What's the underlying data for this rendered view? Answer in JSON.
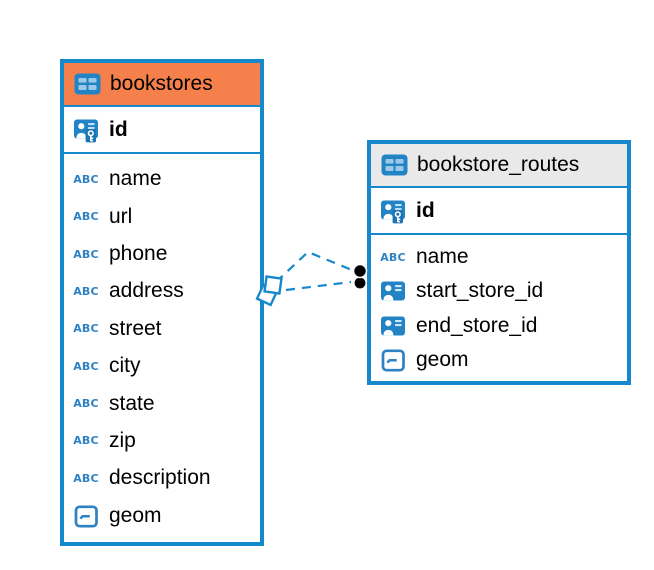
{
  "tables": [
    {
      "title": "bookstores",
      "header_bg": "#F6804B",
      "icon": "table-icon",
      "primary_key": {
        "label": "id",
        "icon": "primary-key-icon"
      },
      "columns": [
        {
          "label": "name",
          "icon": "text-column-icon"
        },
        {
          "label": "url",
          "icon": "text-column-icon"
        },
        {
          "label": "phone",
          "icon": "text-column-icon"
        },
        {
          "label": "address",
          "icon": "text-column-icon"
        },
        {
          "label": "street",
          "icon": "text-column-icon"
        },
        {
          "label": "city",
          "icon": "text-column-icon"
        },
        {
          "label": "state",
          "icon": "text-column-icon"
        },
        {
          "label": "zip",
          "icon": "text-column-icon"
        },
        {
          "label": "description",
          "icon": "text-column-icon"
        },
        {
          "label": "geom",
          "icon": "geometry-column-icon"
        }
      ]
    },
    {
      "title": "bookstore_routes",
      "header_bg": "#E9E9E9",
      "icon": "table-icon",
      "primary_key": {
        "label": "id",
        "icon": "primary-key-icon"
      },
      "columns": [
        {
          "label": "name",
          "icon": "text-column-icon"
        },
        {
          "label": "start_store_id",
          "icon": "reference-column-icon"
        },
        {
          "label": "end_store_id",
          "icon": "reference-column-icon"
        },
        {
          "label": "geom",
          "icon": "geometry-column-icon"
        }
      ]
    }
  ],
  "relationship": {
    "between": [
      "bookstores",
      "bookstore_routes"
    ],
    "line_style": "dashed",
    "line_count": 2,
    "color": "#1689CC",
    "dot_color": "#000000"
  },
  "colors": {
    "accent": "#1689CC",
    "icon_blue": "#2283C5",
    "text": "#000000",
    "canvas_bg": "#FFFFFF"
  },
  "icon_glyphs": {
    "text_column": "ABC"
  }
}
